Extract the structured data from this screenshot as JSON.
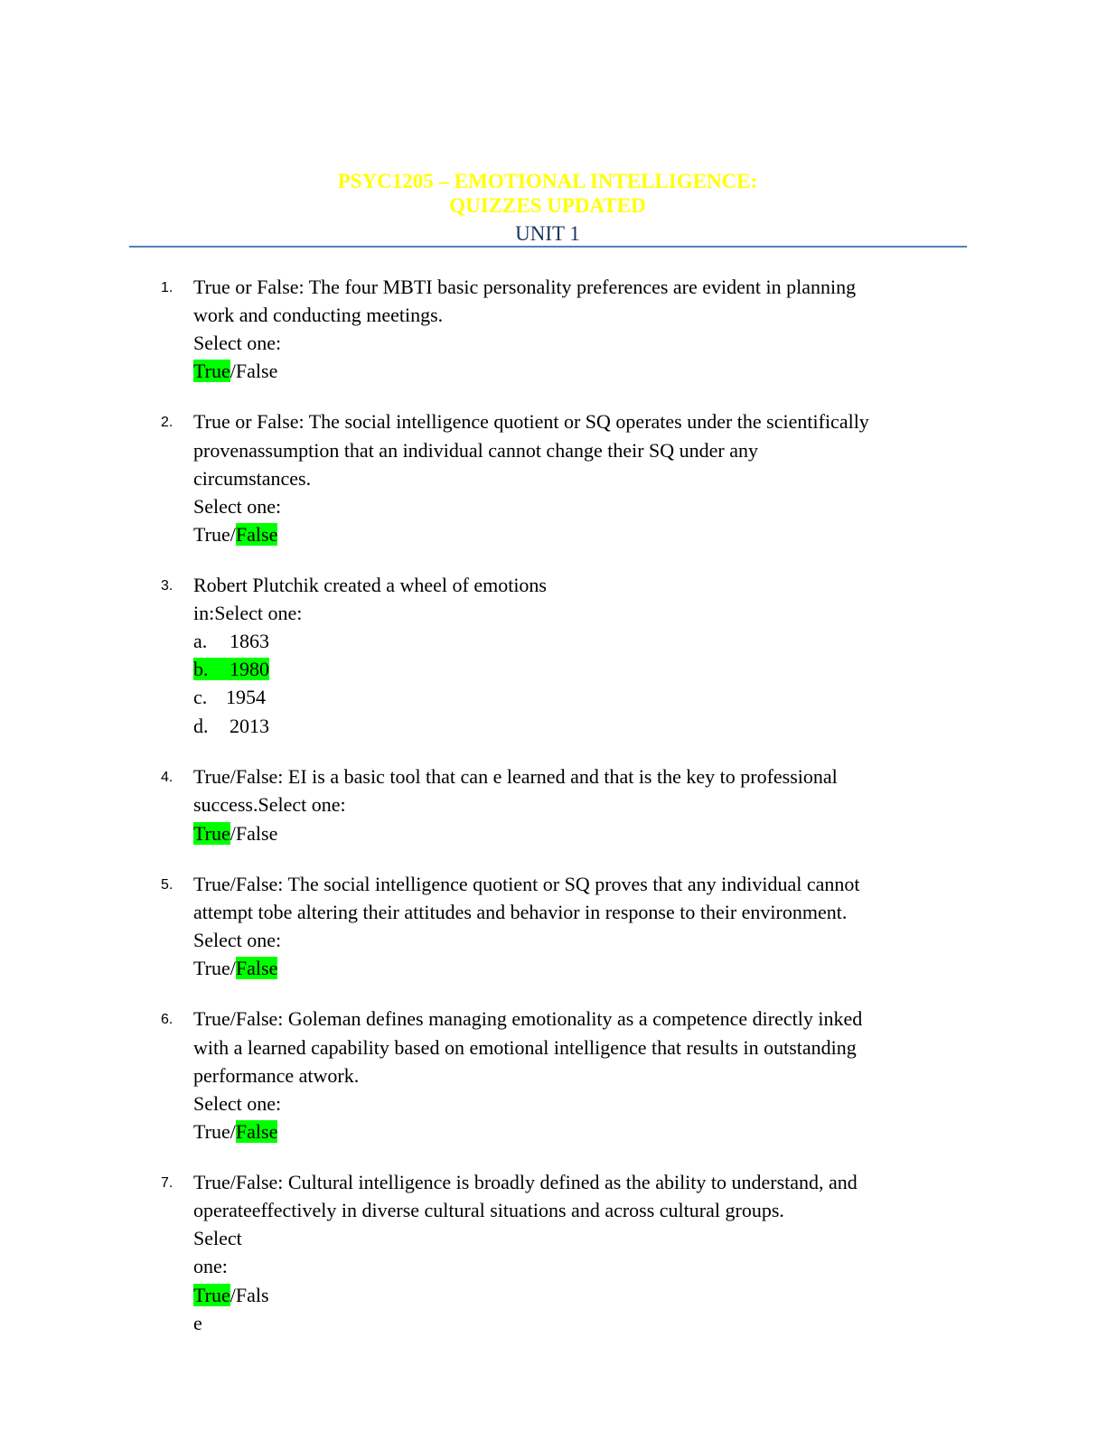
{
  "header": {
    "title_line1": "PSYC1205 – EMOTIONAL INTELLIGENCE:",
    "title_line2": "QUIZZES UPDATED",
    "unit": "UNIT 1",
    "title_color": "#ffff00",
    "unit_color": "#17365d",
    "rule_color": "#4f81bd"
  },
  "highlight_color": "#00ff00",
  "questions": [
    {
      "number": "1.",
      "lines": [
        "True or False: The four MBTI basic personality preferences are evident in planning",
        "work and conducting meetings.",
        "Select one:"
      ],
      "answer": {
        "opt1": "True",
        "sep": "/",
        "opt2": "False",
        "selected": "True"
      }
    },
    {
      "number": "2.",
      "lines": [
        "True or False: The social intelligence quotient or SQ operates under the scientifically",
        "provenassumption that an individual cannot change their SQ under any",
        "circumstances.",
        "Select one:"
      ],
      "answer": {
        "opt1": "True",
        "sep": "/",
        "opt2": "False",
        "selected": "False"
      }
    },
    {
      "number": "3.",
      "lines": [
        "Robert Plutchik created a wheel of emotions",
        "in:Select one:"
      ],
      "options": [
        {
          "letter": "a.",
          "value": "1863",
          "selected": false
        },
        {
          "letter": "b.",
          "value": "1980",
          "selected": true
        },
        {
          "letter": "c.",
          "value": "1954",
          "selected": false
        },
        {
          "letter": "d.",
          "value": "2013",
          "selected": false
        }
      ]
    },
    {
      "number": "4.",
      "lines": [
        "True/False: EI is a basic tool that can e learned and that is the key to professional",
        "success.Select one:"
      ],
      "answer": {
        "opt1": "True",
        "sep": "/",
        "opt2": "False",
        "selected": "True"
      }
    },
    {
      "number": "5.",
      "lines": [
        "True/False: The social intelligence quotient or SQ proves that any individual cannot",
        "attempt tobe altering their attitudes and behavior in response to their environment.",
        "Select one:"
      ],
      "answer": {
        "opt1": "True",
        "sep": "/",
        "opt2": "False",
        "selected": "False"
      }
    },
    {
      "number": "6.",
      "lines": [
        "True/False: Goleman defines managing emotionality as a competence directly inked",
        "with a learned capability based on emotional intelligence that results in outstanding",
        "performance atwork.",
        "Select one:"
      ],
      "answer": {
        "opt1": "True",
        "sep": "/",
        "opt2": "False",
        "selected": "False"
      }
    },
    {
      "number": "7.",
      "lines": [
        "True/False: Cultural intelligence is broadly defined as the ability to understand, and",
        "operateeffectively in diverse cultural situations and across cultural groups.",
        "Select",
        "one:"
      ],
      "answer": {
        "opt1": "True",
        "sep": "/",
        "opt2": "Fals",
        "selected": "True",
        "trailing": "e"
      }
    }
  ]
}
